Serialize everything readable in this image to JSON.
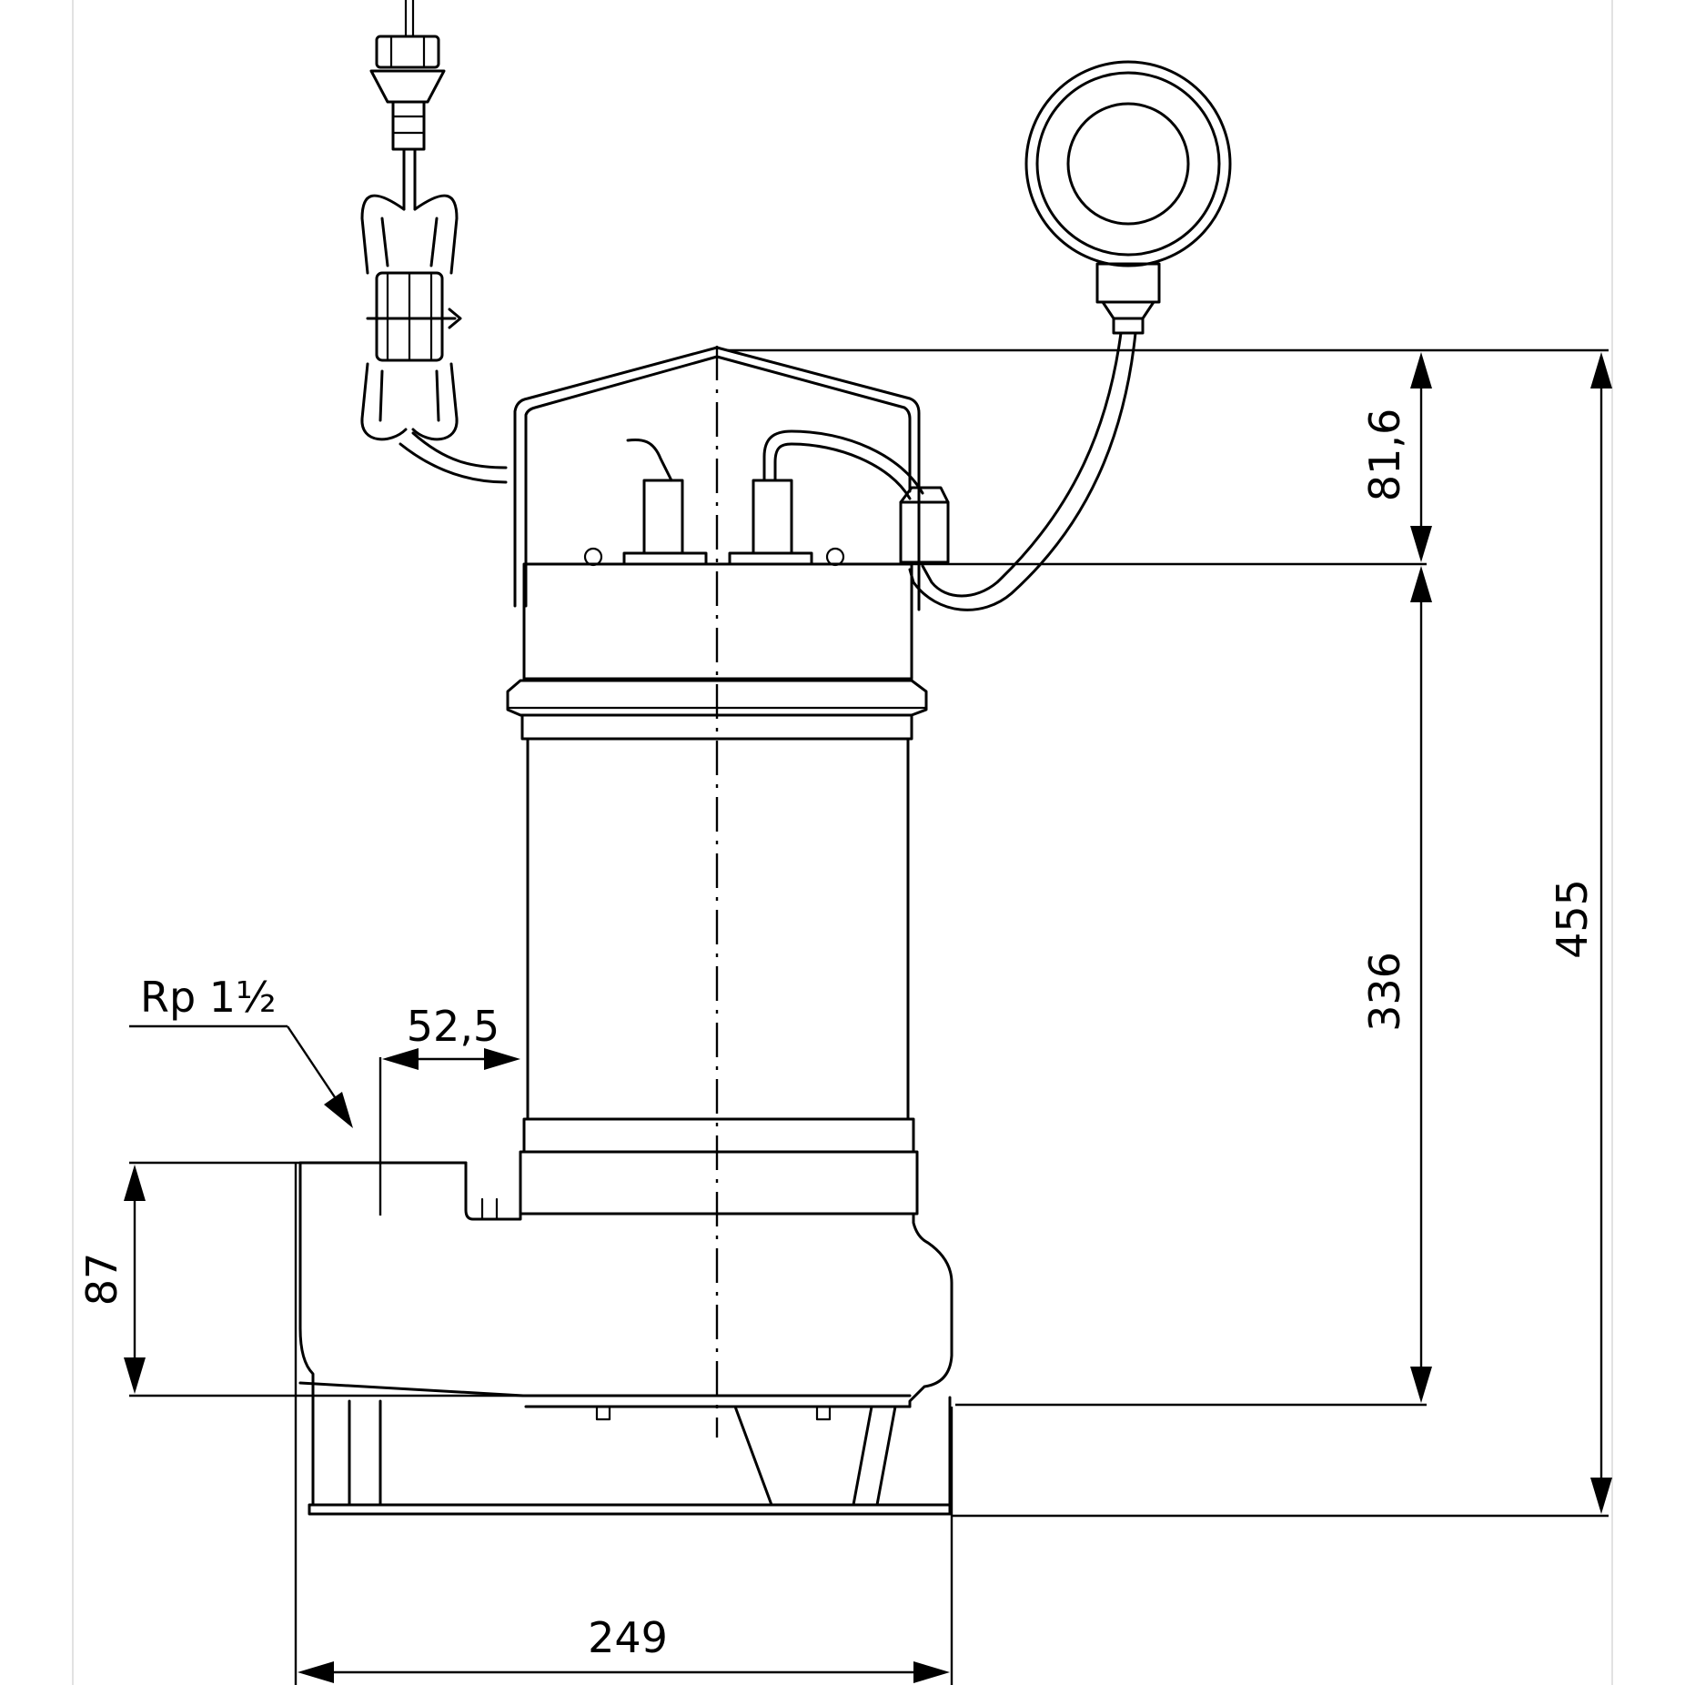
{
  "diagram": {
    "dimensions": {
      "overall_height": "455",
      "motor_height": "336",
      "top_height": "81,6",
      "outlet_height": "87",
      "base_width": "249",
      "outlet_offset": "52,5"
    },
    "outlet_thread": "Rp 1½"
  }
}
